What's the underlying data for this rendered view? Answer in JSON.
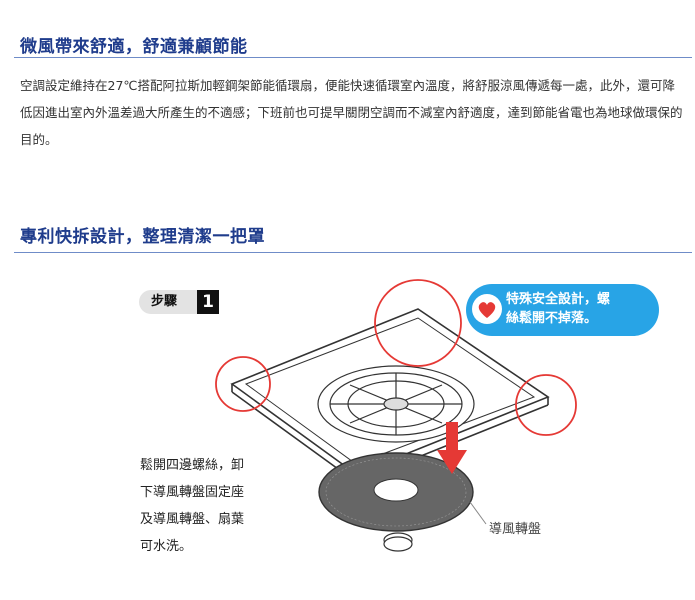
{
  "sections": [
    {
      "title": "微風帶來舒適，舒適兼顧節能",
      "paragraph": "空調設定維持在27℃搭配阿拉斯加輕鋼架節能循環扇，便能快速循環室內溫度，將舒服涼風傳遞每一處，此外，還可降低因進出室內外溫差過大所產生的不適感；下班前也可提早關閉空調而不減室內舒適度，達到節能省電也為地球做環保的目的。"
    },
    {
      "title": "專利快拆設計，整理清潔一把罩"
    }
  ],
  "diagram": {
    "step_label": "步驟",
    "step_number": "1",
    "bubble_line1": "特殊安全設計，螺",
    "bubble_line2": "絲鬆開不掉落。",
    "instruction_lines": [
      "鬆開四邊螺絲，卸",
      "下導風轉盤固定座",
      "及導風轉盤、扇葉",
      "可水洗。"
    ],
    "callout_label": "導風轉盤",
    "colors": {
      "accent_blue": "#28a4e6",
      "circle_red": "#e53935",
      "arrow_red": "#e53935",
      "title_blue": "#1f3c8c"
    },
    "icons": [
      "heart-icon",
      "down-arrow-icon"
    ]
  }
}
